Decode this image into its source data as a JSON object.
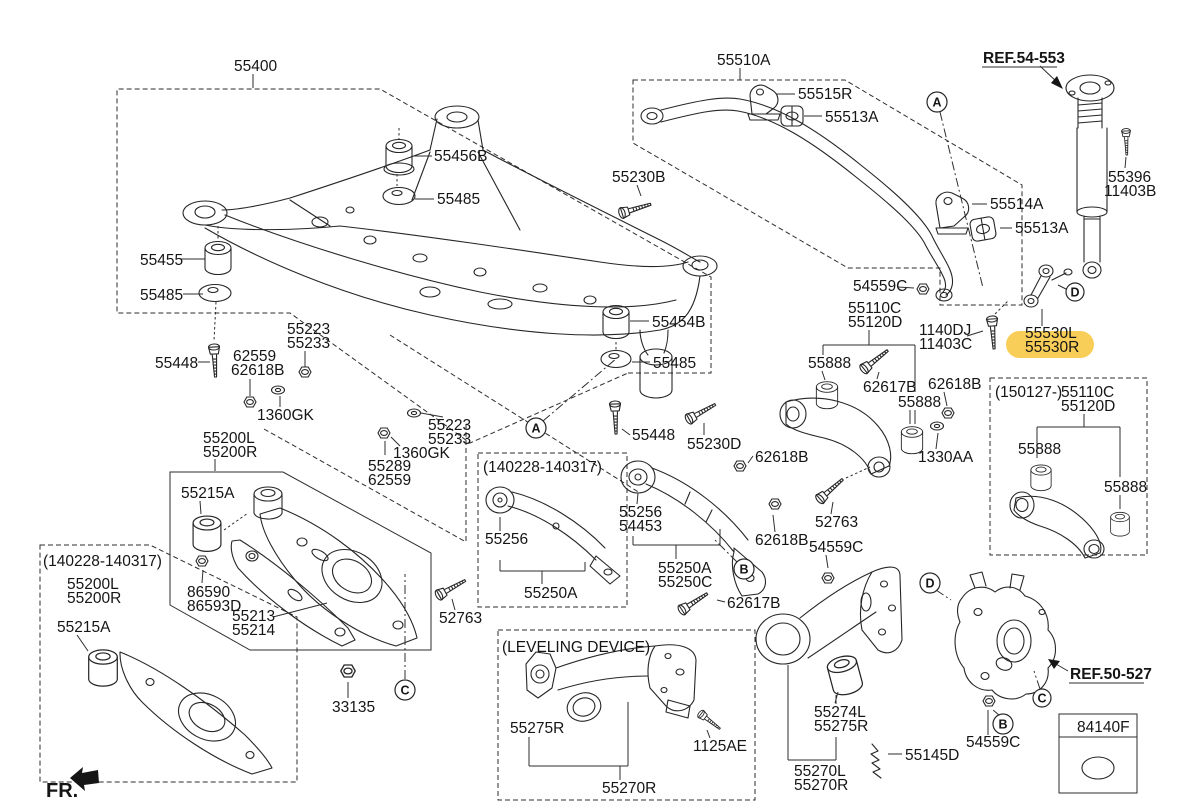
{
  "diagram_type": "exploded-parts-diagram",
  "colors": {
    "highlight": "#F8CE58",
    "line": "#262626",
    "text": "#151515",
    "background": "#ffffff"
  },
  "highlighted_parts": [
    "55530L",
    "55530R"
  ],
  "fr": {
    "label": "FR."
  },
  "callouts": [
    {
      "t": "A"
    },
    {
      "t": "A"
    },
    {
      "t": "B"
    },
    {
      "t": "B"
    },
    {
      "t": "C"
    },
    {
      "t": "C"
    },
    {
      "t": "D"
    },
    {
      "t": "D"
    }
  ],
  "labels": [
    {
      "t": "55400"
    },
    {
      "t": "55456B"
    },
    {
      "t": "55485"
    },
    {
      "t": "55455"
    },
    {
      "t": "55485"
    },
    {
      "t": "55448"
    },
    {
      "t": "62559"
    },
    {
      "t": "62618B"
    },
    {
      "t": "55223"
    },
    {
      "t": "55233"
    },
    {
      "t": "1360GK"
    },
    {
      "t": "55289"
    },
    {
      "t": "62559"
    },
    {
      "t": "55223"
    },
    {
      "t": "55233"
    },
    {
      "t": "1360GK"
    },
    {
      "t": "55200L"
    },
    {
      "t": "55200R"
    },
    {
      "t": "55215A"
    },
    {
      "t": "86590"
    },
    {
      "t": "86593D"
    },
    {
      "t": "55213"
    },
    {
      "t": "55214"
    },
    {
      "t": "52763"
    },
    {
      "t": "33135"
    },
    {
      "t": "(140228-140317)"
    },
    {
      "t": "55200L"
    },
    {
      "t": "55200R"
    },
    {
      "t": "55215A"
    },
    {
      "t": "FR."
    },
    {
      "t": "(140228-140317)"
    },
    {
      "t": "55256"
    },
    {
      "t": "55250A"
    },
    {
      "t": "55256"
    },
    {
      "t": "54453"
    },
    {
      "t": "55250A"
    },
    {
      "t": "55250C"
    },
    {
      "t": "62618B"
    },
    {
      "t": "62618B"
    },
    {
      "t": "62617B"
    },
    {
      "t": "55230D"
    },
    {
      "t": "55448"
    },
    {
      "t": "55454B"
    },
    {
      "t": "55485"
    },
    {
      "t": "55230B"
    },
    {
      "t": "55510A"
    },
    {
      "t": "55515R"
    },
    {
      "t": "55513A"
    },
    {
      "t": "REF.54-553"
    },
    {
      "t": "55396"
    },
    {
      "t": "11403B"
    },
    {
      "t": "55514A"
    },
    {
      "t": "55513A"
    },
    {
      "t": "54559C"
    },
    {
      "t": "55110C"
    },
    {
      "t": "55120D"
    },
    {
      "t": "1140DJ"
    },
    {
      "t": "11403C"
    },
    {
      "t": "55530L"
    },
    {
      "t": "55530R"
    },
    {
      "t": "55888"
    },
    {
      "t": "62617B"
    },
    {
      "t": "62618B"
    },
    {
      "t": "55888"
    },
    {
      "t": "1330AA"
    },
    {
      "t": "(150127-)"
    },
    {
      "t": "55110C"
    },
    {
      "t": "55120D"
    },
    {
      "t": "55888"
    },
    {
      "t": "55888"
    },
    {
      "t": "52763"
    },
    {
      "t": "54559C"
    },
    {
      "t": "(LEVELING DEVICE)"
    },
    {
      "t": "55275R"
    },
    {
      "t": "1125AE"
    },
    {
      "t": "55270R"
    },
    {
      "t": "55274L"
    },
    {
      "t": "55275R"
    },
    {
      "t": "55270L"
    },
    {
      "t": "55270R"
    },
    {
      "t": "55145D"
    },
    {
      "t": "54559C"
    },
    {
      "t": "REF.50-527"
    },
    {
      "t": "84140F"
    }
  ]
}
